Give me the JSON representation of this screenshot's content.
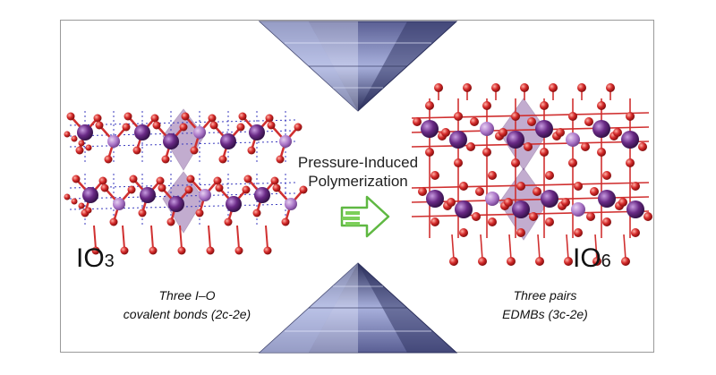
{
  "title": {
    "line1": "Pressure-Induced",
    "line2": "Polymerization"
  },
  "left": {
    "formula_main": "IO",
    "formula_sub": "3",
    "caption_line1": "Three I–O",
    "caption_line2": "covalent bonds (2c-2e)"
  },
  "right": {
    "formula_main": "IO",
    "formula_sub": "6",
    "caption_line1": "Three pairs",
    "caption_line2": "EDMBs (3c-2e)"
  },
  "colors": {
    "iodine": "#6a2a86",
    "iodine_light": "#b07ccc",
    "oxygen": "#d42a2a",
    "bond_dotted": "#3b3bbf",
    "bond_red": "#d03030",
    "octahedron": "#7a4a96",
    "diamond": "#9aa0cc",
    "arrow": "#7ccf5a"
  },
  "icons": [
    "diamond-anvil-top-icon",
    "diamond-anvil-bottom-icon",
    "arrow-right-icon"
  ]
}
